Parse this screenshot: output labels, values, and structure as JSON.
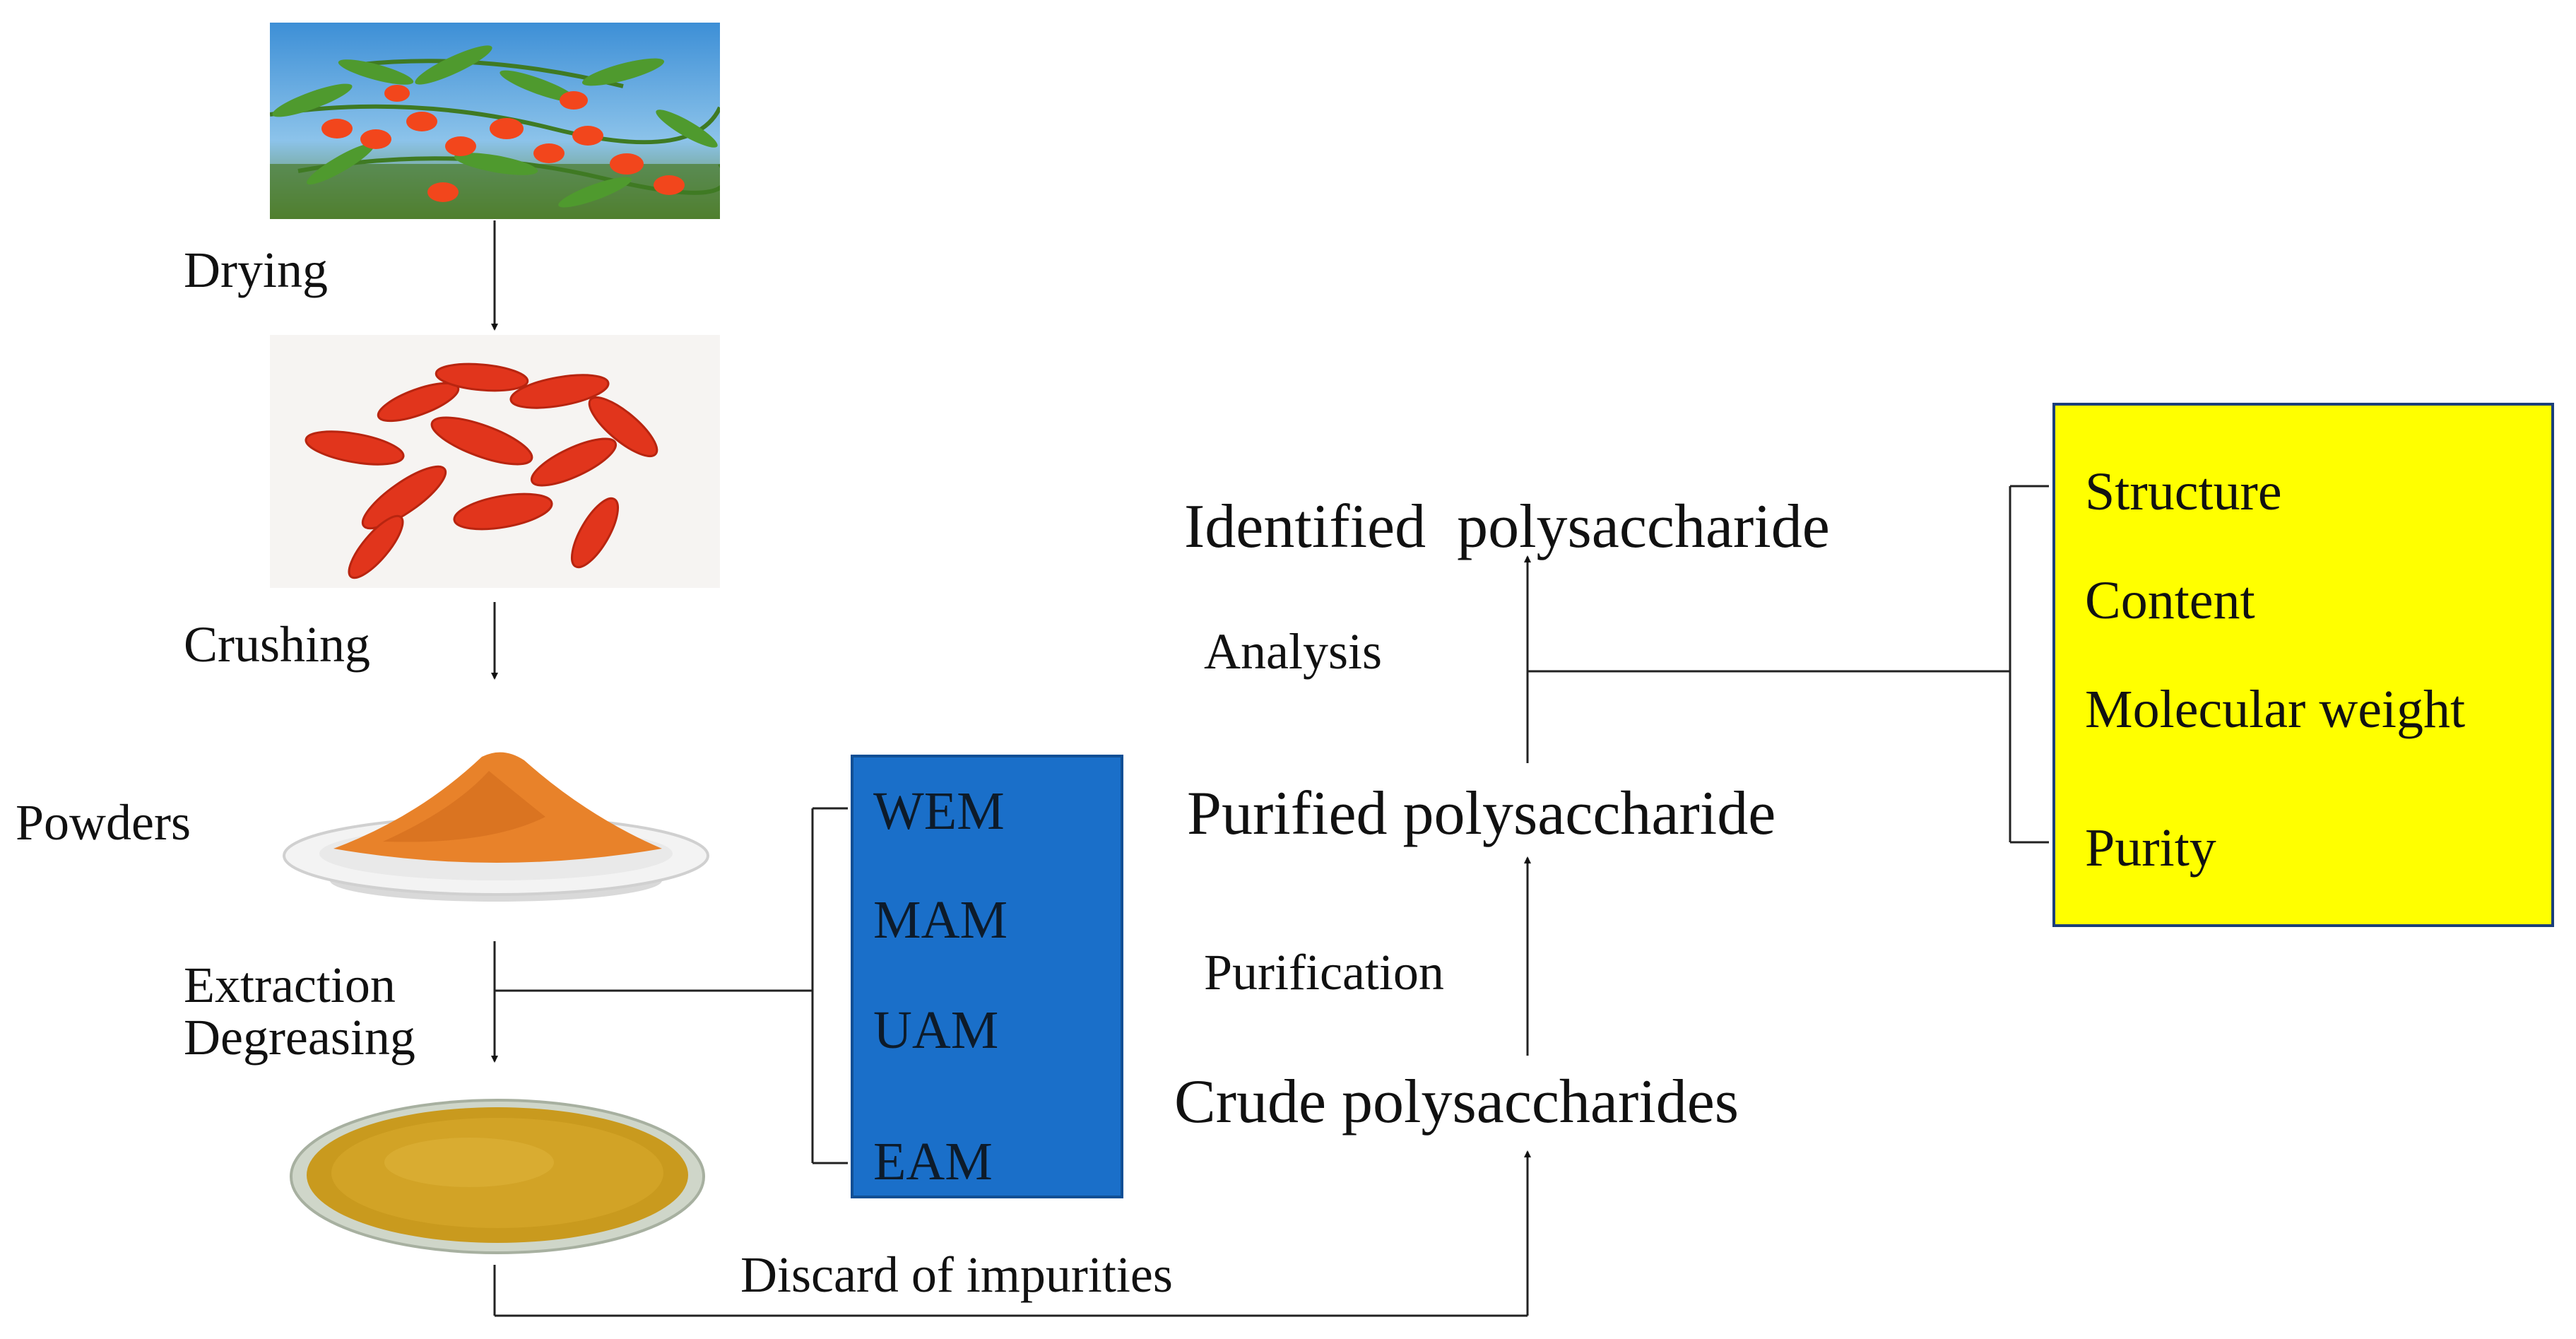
{
  "steps": {
    "drying": "Drying",
    "crushing": "Crushing",
    "powders": "Powders",
    "extraction": "Extraction",
    "degreasing": "Degreasing",
    "discard": "Discard of impurities",
    "purification": "Purification",
    "analysis": "Analysis"
  },
  "products": {
    "crude": "Crude polysaccharides",
    "purified": "Purified polysaccharide",
    "identified": "Identified  polysaccharide"
  },
  "methods_box": {
    "items": [
      "WEM",
      "MAM",
      "UAM",
      "EAM"
    ],
    "color": "#1a6fc9"
  },
  "properties_box": {
    "items": [
      "Structure",
      "Content",
      "Molecular weight",
      "Purity"
    ],
    "color": "#ffff00"
  },
  "images": {
    "plant": "goji-plant-photo",
    "dried": "dried-goji-berries-photo",
    "powder": "goji-powder-plate-photo",
    "degreased": "degreased-powder-dish-photo"
  }
}
